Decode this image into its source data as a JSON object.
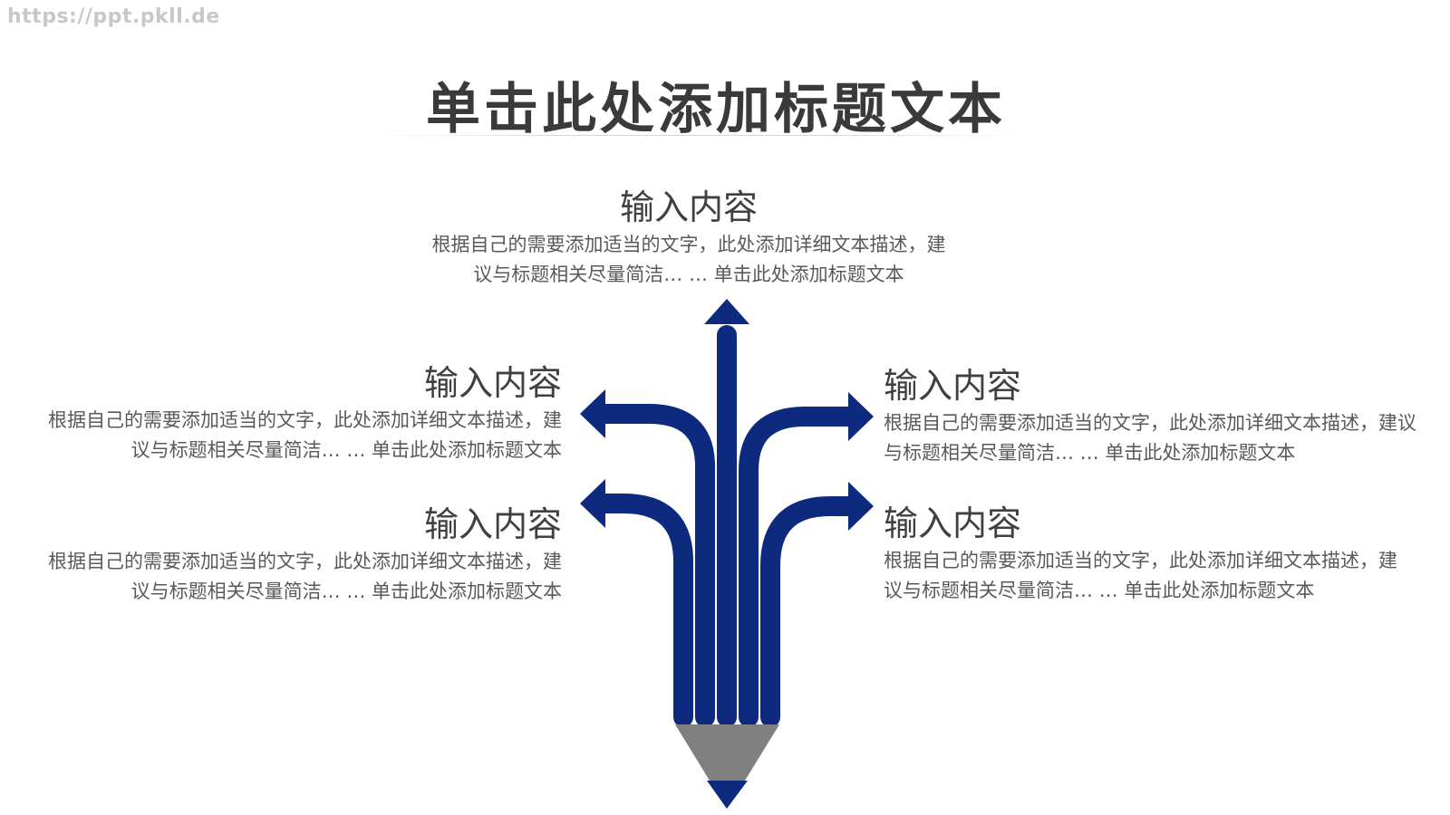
{
  "watermark": "https://ppt.pkll.de",
  "title": "单击此处添加标题文本",
  "colors": {
    "arrow_fill": "#0d2a7e",
    "pencil_shaft": "#808080",
    "pencil_tip": "#0d2a7e",
    "title": "#3a3a3a",
    "heading": "#404040",
    "body": "#595959"
  },
  "blocks": {
    "top": {
      "heading": "输入内容",
      "body": "根据自己的需要添加适当的文字，此处添加详细文本描述，建议与标题相关尽量简洁… … 单击此处添加标题文本"
    },
    "left_upper": {
      "heading": "输入内容",
      "body": "根据自己的需要添加适当的文字，此处添加详细文本描述，建议与标题相关尽量简洁… … 单击此处添加标题文本"
    },
    "left_lower": {
      "heading": "输入内容",
      "body": "根据自己的需要添加适当的文字，此处添加详细文本描述，建议与标题相关尽量简洁… … 单击此处添加标题文本"
    },
    "right_upper": {
      "heading": "输入内容",
      "body": "根据自己的需要添加适当的文字，此处添加详细文本描述，建议与标题相关尽量简洁… … 单击此处添加标题文本"
    },
    "right_lower": {
      "heading": "输入内容",
      "body": "根据自己的需要添加适当的文字，此处添加详细文本描述，建议与标题相关尽量简洁… … 单击此处添加标题文本"
    }
  }
}
